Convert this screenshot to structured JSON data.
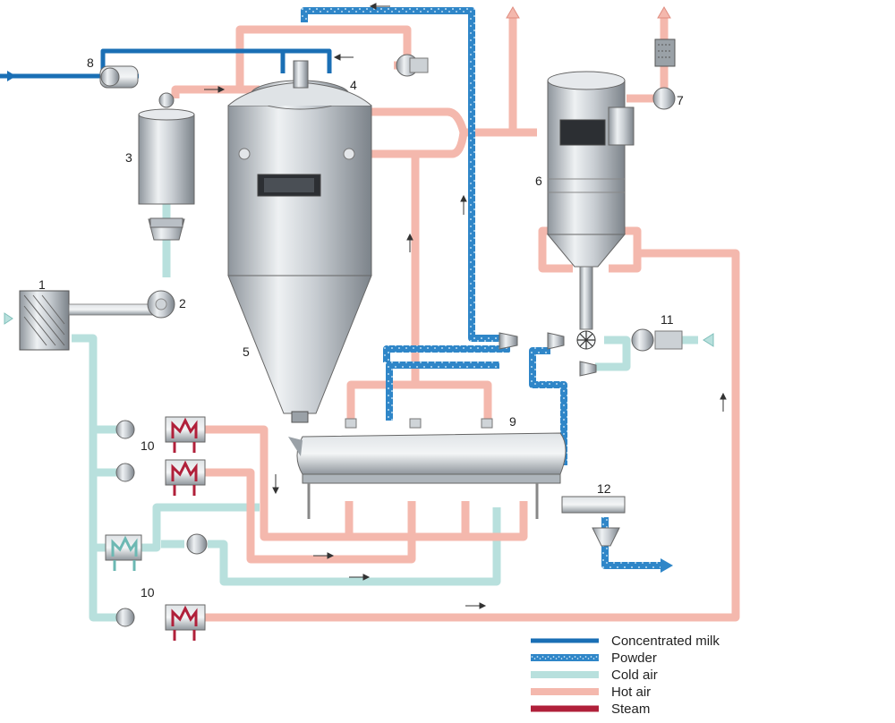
{
  "callouts": {
    "c1": "1",
    "c2": "2",
    "c3": "3",
    "c4": "4",
    "c5": "5",
    "c6": "6",
    "c7": "7",
    "c8": "8",
    "c9": "9",
    "c10a": "10",
    "c10b": "10",
    "c11": "11",
    "c12": "12"
  },
  "legend": {
    "concentrated_milk": {
      "label": "Concentrated milk",
      "color": "#1a6fb5"
    },
    "powder": {
      "label": "Powder",
      "color": "#2f86c8"
    },
    "cold_air": {
      "label": "Cold air",
      "color": "#b8e0dd"
    },
    "hot_air": {
      "label": "Hot air",
      "color": "#f4b8ad"
    },
    "steam": {
      "label": "Steam",
      "color": "#b0203a"
    }
  }
}
